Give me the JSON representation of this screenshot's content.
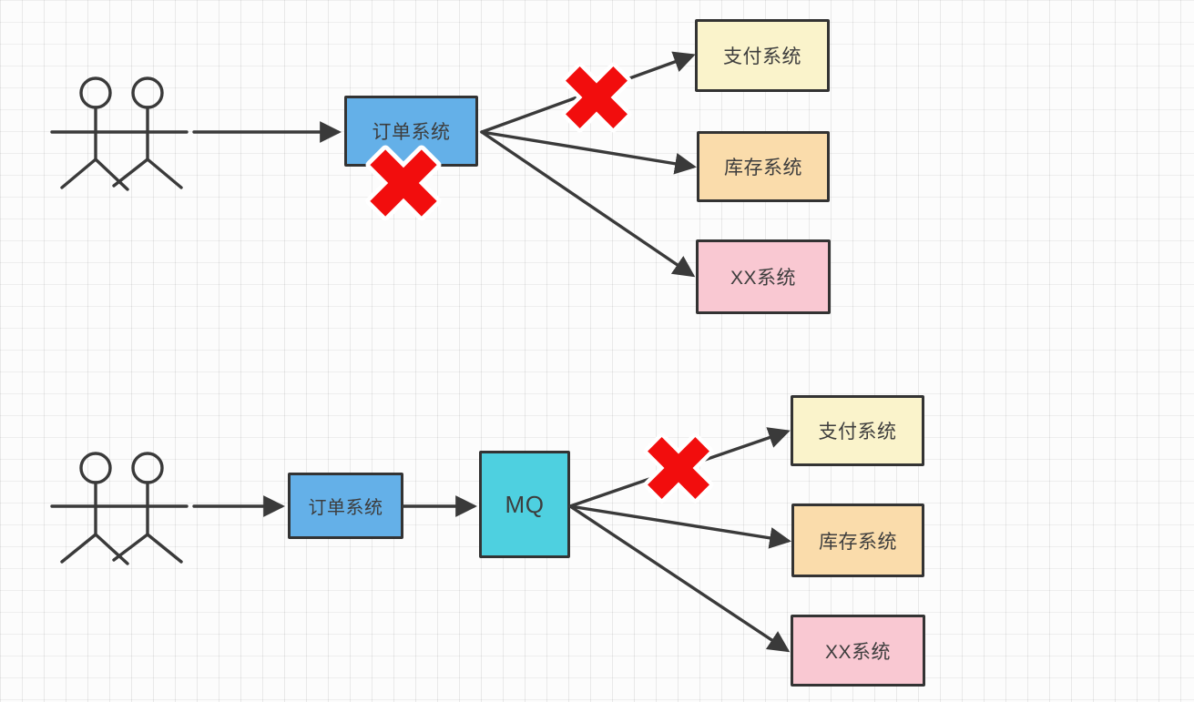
{
  "colors": {
    "background": "#fcfcfc",
    "grid_line": "#e9e9e9",
    "border": "#333333",
    "arrow": "#3a3a3a",
    "label_text": "#3d3d3d",
    "order_box": "#64b0e8",
    "mq_box": "#4ed0e0",
    "payment_box": "#faf3cb",
    "inventory_box": "#fadcab",
    "xx_box": "#f9c8d2",
    "cross": "#f20d0d"
  },
  "top_flow": {
    "order_label": "订单系统",
    "payment_label": "支付系统",
    "inventory_label": "库存系统",
    "xx_label": "XX系统",
    "error_cross_count": 2
  },
  "bottom_flow": {
    "order_label": "订单系统",
    "mq_label": "MQ",
    "payment_label": "支付系统",
    "inventory_label": "库存系统",
    "xx_label": "XX系统",
    "error_cross_count": 1
  }
}
